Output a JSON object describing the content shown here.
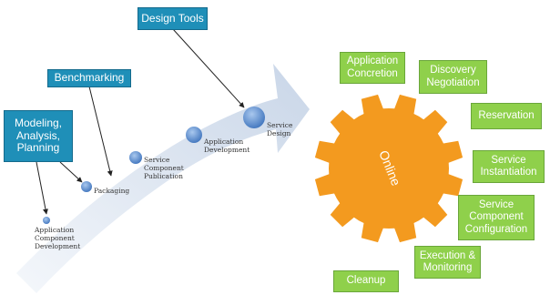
{
  "colors": {
    "tool_box": "#1f8fb8",
    "stage_box": "#8fd04b",
    "gear": "#f39a1f",
    "arrow": "#dde6f2",
    "milestone": "#5b8fd0"
  },
  "tools": [
    {
      "label": "Design Tools"
    },
    {
      "label": "Benchmarking"
    },
    {
      "label": "Modeling,\nAnalysis,\nPlanning"
    }
  ],
  "milestones": [
    {
      "label": "Application\nComponent\nDevelopment"
    },
    {
      "label": "Packaging"
    },
    {
      "label": "Service\nComponent\nPublication"
    },
    {
      "label": "Application\nDevelopment"
    },
    {
      "label": "Service\nDesign"
    }
  ],
  "gear": {
    "label": "Online"
  },
  "stages": [
    {
      "label": "Application\nConcretion"
    },
    {
      "label": "Discovery\nNegotiation"
    },
    {
      "label": "Reservation"
    },
    {
      "label": "Service\nInstantiation"
    },
    {
      "label": "Service\nComponent\nConfiguration"
    },
    {
      "label": "Execution &\nMonitoring"
    },
    {
      "label": "Cleanup"
    }
  ]
}
